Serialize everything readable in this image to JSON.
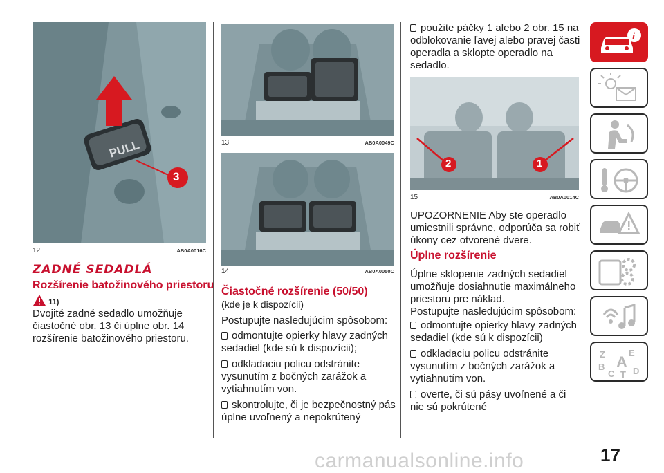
{
  "figures": {
    "fig12": {
      "num": "12",
      "code": "AB0A0016C",
      "pull_label": "PULL",
      "callout": "3"
    },
    "fig13": {
      "num": "13",
      "code": "AB0A0049C"
    },
    "fig14": {
      "num": "14",
      "code": "AB0A0050C"
    },
    "fig15": {
      "num": "15",
      "code": "AB0A0014C",
      "callout1": "1",
      "callout2": "2"
    }
  },
  "col1": {
    "title": "ZADNÉ SEDADLÁ",
    "subtitle": "Rozšírenie batožinového priestoru",
    "warning_ref": "11)",
    "body": "Dvojité zadné sedadlo umožňuje čiastočné obr. 13 či úplne obr. 14 rozšírenie batožinového priestoru."
  },
  "col2": {
    "subtitle": "Čiastočné rozšírenie (50/50)",
    "note": "(kde je k dispozícii)",
    "intro": "Postupujte nasledujúcim spôsobom:",
    "steps": [
      "odmontujte opierky hlavy zadných sedadiel (kde sú k dispozícii);",
      "odkladaciu policu odstránite vysunutím z bočných zarážok a vytiahnutím von.",
      "skontrolujte, či je bezpečnostný pás úplne uvoľnený a nepokrútený"
    ]
  },
  "col3": {
    "step_top": "použite páčky 1 alebo 2 obr. 15 na odblokovanie ľavej alebo pravej časti operadla a sklopte operadlo na sedadlo.",
    "warning_text": "UPOZORNENIE Aby ste operadlo umiestnili správne, odporúča sa robiť úkony cez otvorené dvere.",
    "subtitle": "Úplne rozšírenie",
    "body": "Úplne sklopenie zadných sedadiel umožňuje dosiahnutie maximálneho priestoru pre náklad.",
    "intro": "Postupujte nasledujúcim spôsobom:",
    "steps": [
      "odmontujte opierky hlavy zadných sedadiel (kde sú k dispozícii)",
      "odkladaciu policu odstránite vysunutím z bočných zarážok a vytiahnutím von.",
      "overte, či sú pásy uvoľnené a či nie sú pokrútené"
    ]
  },
  "sidebar": {
    "tabs": [
      {
        "name": "car-info-icon"
      },
      {
        "name": "warning-lights-icon"
      },
      {
        "name": "safety-icon"
      },
      {
        "name": "starting-driving-icon"
      },
      {
        "name": "emergency-icon"
      },
      {
        "name": "maintenance-icon"
      },
      {
        "name": "multimedia-icon"
      },
      {
        "name": "index-icon"
      }
    ],
    "index_letters": [
      "Z",
      "E",
      "A",
      "B",
      "C",
      "T",
      "D"
    ]
  },
  "page_number": "17",
  "watermark": "carmanualsonline.info",
  "colors": {
    "accent": "#c8102e",
    "tab_active": "#d71920",
    "figure_bg": "#8fa3a9"
  }
}
